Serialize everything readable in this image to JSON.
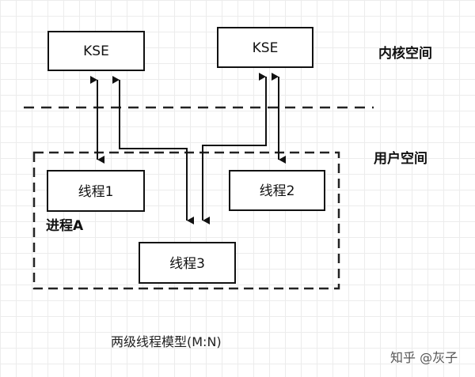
{
  "nodes": {
    "kse_left": "KSE",
    "kse_right": "KSE",
    "thread1": "线程1",
    "thread2": "线程2",
    "thread3": "线程3"
  },
  "labels": {
    "kernel_space": "内核空间",
    "user_space": "用户空间",
    "process": "进程A"
  },
  "caption": "两级线程模型(M:N)",
  "watermark": "知乎 @灰子"
}
